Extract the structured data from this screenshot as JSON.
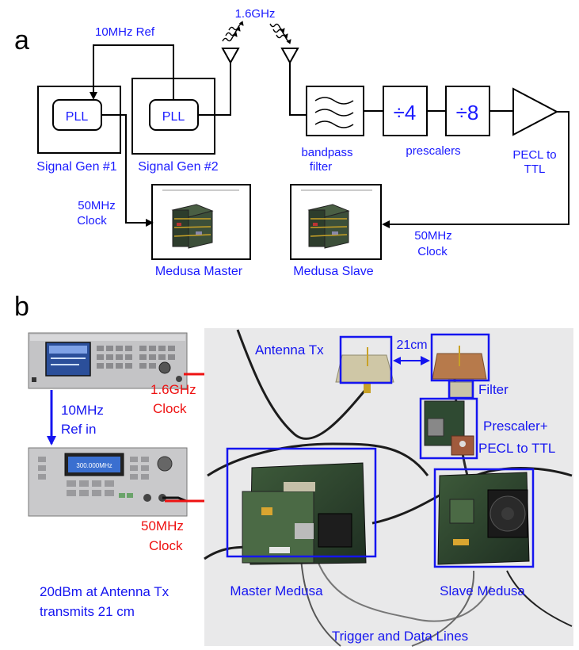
{
  "panel_a": {
    "letter": "a",
    "ref_label": "10MHz Ref",
    "freq_label": "1.6GHz",
    "pll_label": "PLL",
    "siggen1_caption": "Signal Gen #1",
    "siggen2_caption": "Signal Gen #2",
    "bandpass_caption_1": "bandpass",
    "bandpass_caption_2": "filter",
    "div4_label": "÷4",
    "div8_label": "÷8",
    "prescalers_caption": "prescalers",
    "pecl_caption_1": "PECL to",
    "pecl_caption_2": "TTL",
    "clock_left_1": "50MHz",
    "clock_left_2": "Clock",
    "clock_right_1": "50MHz",
    "clock_right_2": "Clock",
    "master_caption": "Medusa Master",
    "slave_caption": "Medusa Slave"
  },
  "panel_b": {
    "letter": "b",
    "ref_in_1": "10MHz",
    "ref_in_2": "Ref in",
    "clock_16_1": "1.6GHz",
    "clock_16_2": "Clock",
    "clock_50_1": "50MHz",
    "clock_50_2": "Clock",
    "power_note_1": "20dBm at Antenna Tx",
    "power_note_2": "transmits 21 cm",
    "antenna_tx": "Antenna Tx",
    "distance": "21cm",
    "filter": "Filter",
    "prescaler_1": "Prescaler+",
    "prescaler_2": "PECL to TTL",
    "master_medusa": "Master Medusa",
    "slave_medusa": "Slave Medusa",
    "trigger_lines": "Trigger and Data Lines",
    "siggen_screen_1": "",
    "siggen_screen_2": "300.000MHz"
  },
  "colors": {
    "label_blue": "#1a1aff",
    "box_blue": "#1515f0",
    "red_arrow": "#ee1111",
    "line_black": "#000000",
    "photo_bg": "#e9e9ea"
  }
}
